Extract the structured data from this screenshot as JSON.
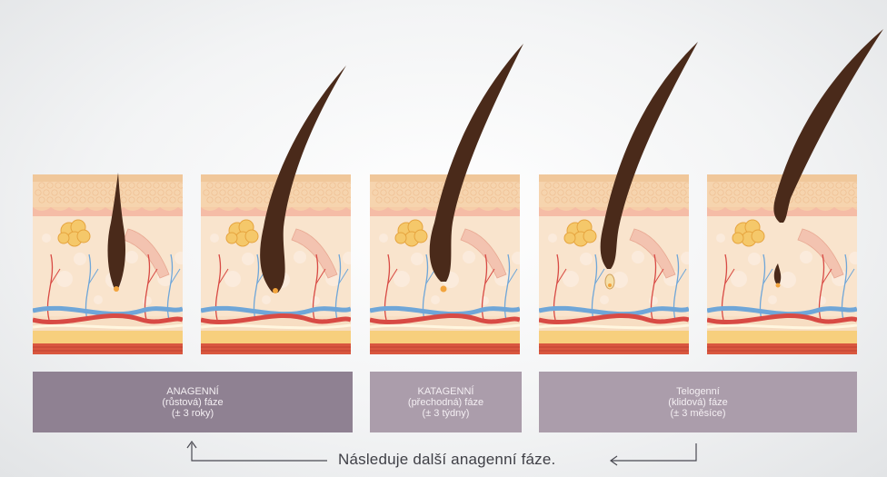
{
  "phases": [
    {
      "name": "ANAGENNÍ",
      "kind": "(růstová) fáze",
      "duration": "(± 3 roky)"
    },
    {
      "name": "KATAGENNÍ",
      "kind": "(přechodná) fáze",
      "duration": "(± 3 týdny)"
    },
    {
      "name": "Telogenní",
      "kind": "(klidová) fáze",
      "duration": "(± 3 měsíce)"
    }
  ],
  "footer": {
    "text": "Následuje další anagenní fáze."
  },
  "colors": {
    "anagen_box": "#8f8192",
    "phase_box": "#ab9dab",
    "hair": "#4a2a1a",
    "skin": "#f7d9b8",
    "artery": "#d84a44",
    "vein": "#6fa6d8"
  }
}
